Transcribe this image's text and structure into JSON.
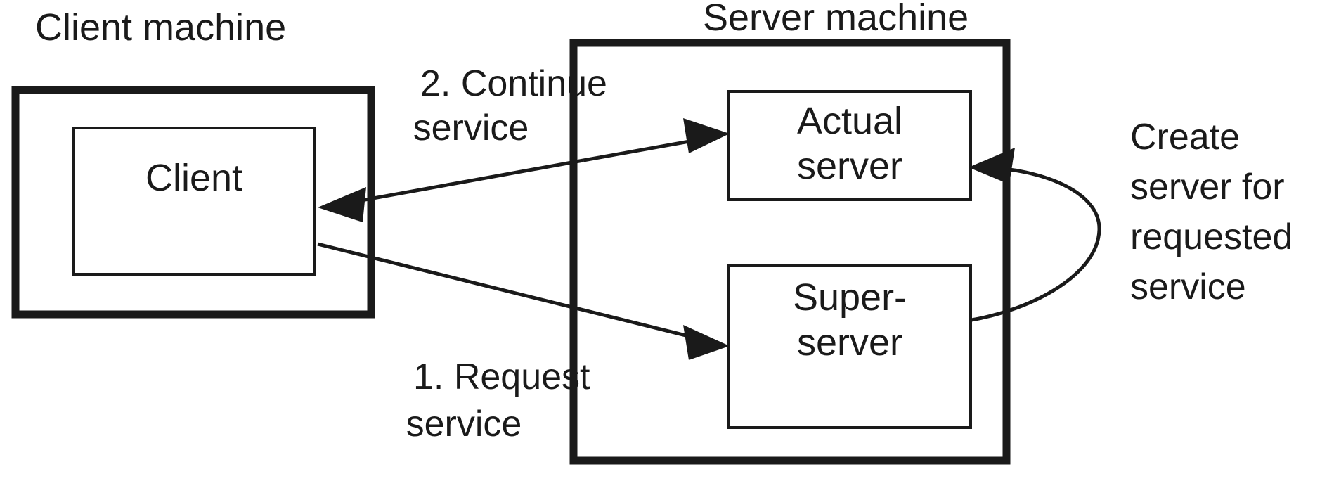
{
  "diagram": {
    "title_client": "Client machine",
    "title_server": "Server machine",
    "boxes": {
      "client": "Client",
      "actual_server_line1": "Actual",
      "actual_server_line2": "server",
      "super_server_line1": "Super-",
      "super_server_line2": "server"
    },
    "annotations": {
      "step2_line1": "2. Continue",
      "step2_line2": "service",
      "step1_line1": "1. Request",
      "step1_line2": "service",
      "create_line1": "Create",
      "create_line2": "server for",
      "create_line3": "requested",
      "create_line4": "service"
    },
    "colors": {
      "ink": "#1a1a1a",
      "background": "#ffffff"
    }
  }
}
